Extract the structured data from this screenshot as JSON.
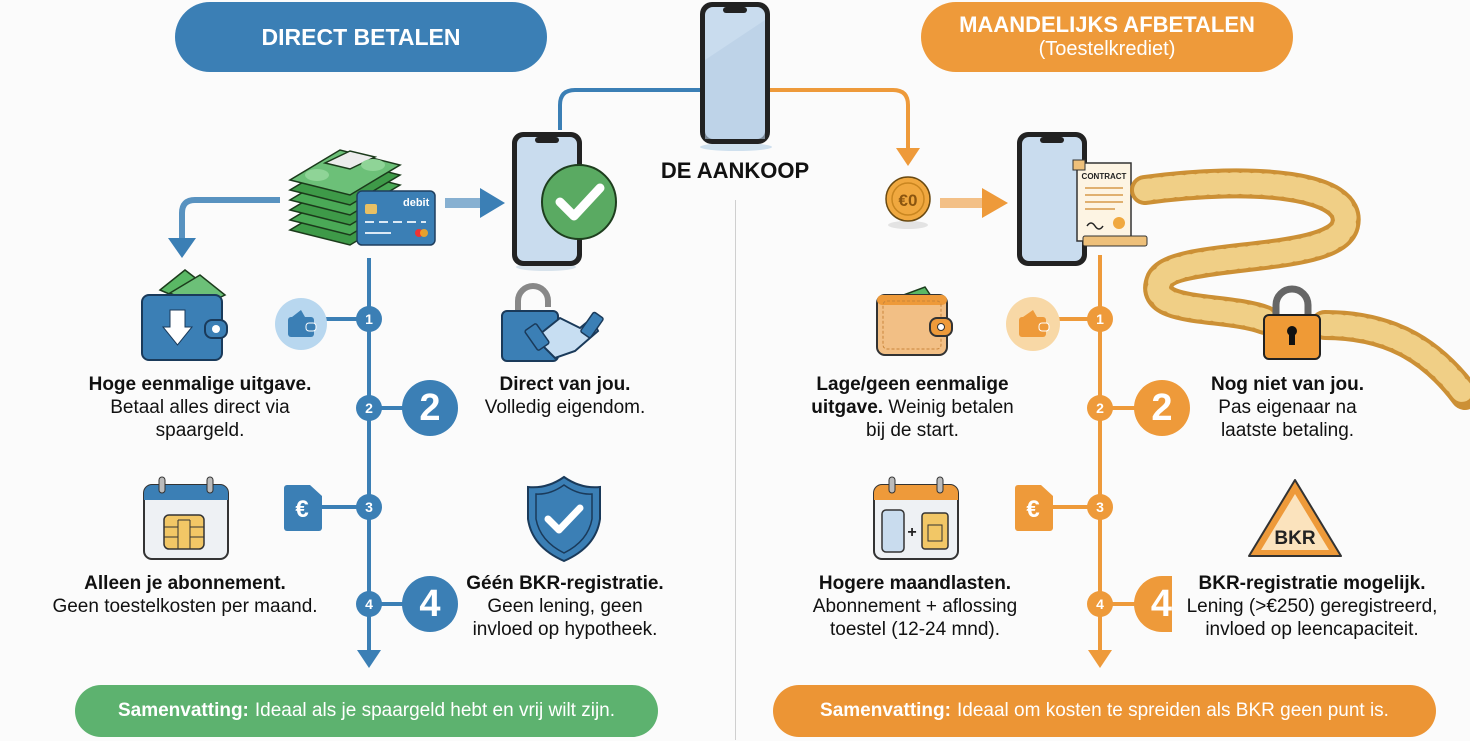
{
  "header": {
    "left_title": "DIRECT BETALEN",
    "right_title": "MAANDELIJKS AFBETALEN",
    "right_subtitle": "(Toestelkrediet)",
    "center_title": "DE AANKOOP"
  },
  "colors": {
    "blue": "#3b7fb5",
    "orange": "#ee9a3a",
    "green": "#5db26f"
  },
  "icons": {
    "center": "smartphone-icon",
    "left_top": [
      "cash-stack-icon",
      "debit-card-icon",
      "phone-check-icon"
    ],
    "right_top": [
      "euro-zero-coin-icon",
      "phone-contract-icon",
      "coin-chain-icon"
    ]
  },
  "left": {
    "card_label": "debit",
    "steps": [
      {
        "n": "1",
        "side_icon": "wallet-icon",
        "left_icon": "wallet-down-icon",
        "left_bold": "Hoge eenmalige uitgave.",
        "left_text": "Betaal alles direct via spaargeld.",
        "right_icon": "unlock-handshake-icon"
      },
      {
        "n": "2",
        "right_bold": "Direct van jou.",
        "right_text": "Volledig eigendom."
      },
      {
        "n": "3",
        "side_icon": "euro-sim-icon",
        "left_icon": "calendar-sim-icon",
        "left_bold": "Alleen je abonnement.",
        "left_text": "Geen toestelkosten per maand.",
        "right_icon": "shield-check-icon"
      },
      {
        "n": "4",
        "right_bold": "Géén BKR-registratie.",
        "right_text": "Geen lening, geen invloed op hypotheek."
      }
    ],
    "summary_bold": "Samenvatting:",
    "summary_text": "Ideaal als je spaargeld hebt en vrij wilt zijn."
  },
  "right": {
    "coin_label": "€0",
    "contract_label": "CONTRACT",
    "steps": [
      {
        "n": "1",
        "side_icon": "wallet-icon",
        "left_icon": "wallet-icon",
        "left_bold": "Lage/geen eenmalige uitgave.",
        "left_text": "Weinig betalen bij de start.",
        "right_icon": "padlock-icon"
      },
      {
        "n": "2",
        "right_bold": "Nog niet van jou.",
        "right_text": "Pas eigenaar na laatste betaling."
      },
      {
        "n": "3",
        "side_icon": "euro-sim-icon",
        "left_icon": "calendar-phone-sim-icon",
        "left_bold": "Hogere maandlasten.",
        "left_text": "Abonnement + aflossing toestel (12-24 mnd).",
        "right_icon": "bkr-warning-icon"
      },
      {
        "n": "4",
        "right_bold": "BKR-registratie mogelijk.",
        "right_text": "Lening (>€250) geregistreerd, invloed op leencapaciteit."
      }
    ],
    "bkr_label": "BKR",
    "summary_bold": "Samenvatting:",
    "summary_text": "Ideaal om kosten te spreiden als BKR geen punt is."
  }
}
